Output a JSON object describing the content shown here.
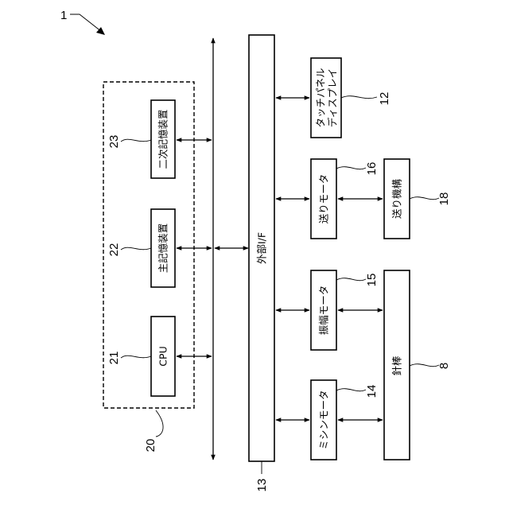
{
  "figure": {
    "ref_main": "1",
    "computer": {
      "ref": "20"
    },
    "blocks": {
      "secondary_storage": {
        "label": "二次記憶装置",
        "ref": "23"
      },
      "main_storage": {
        "label": "主記憶装置",
        "ref": "22"
      },
      "cpu": {
        "label": "CPU",
        "ref": "21"
      },
      "external_if": {
        "label": "外部I/F",
        "ref": "13"
      },
      "touch_panel": {
        "label_line1": "タッチパネル",
        "label_line2": "ディスプレイ",
        "ref": "12"
      },
      "feed_motor": {
        "label": "送りモータ",
        "ref": "16"
      },
      "feed_mechanism": {
        "label": "送り機構",
        "ref": "18"
      },
      "swing_motor": {
        "label": "振幅モータ",
        "ref": "15"
      },
      "sewing_motor": {
        "label": "ミシンモータ",
        "ref": "14"
      },
      "needle_bar": {
        "label": "針棒",
        "ref": "8"
      }
    }
  }
}
